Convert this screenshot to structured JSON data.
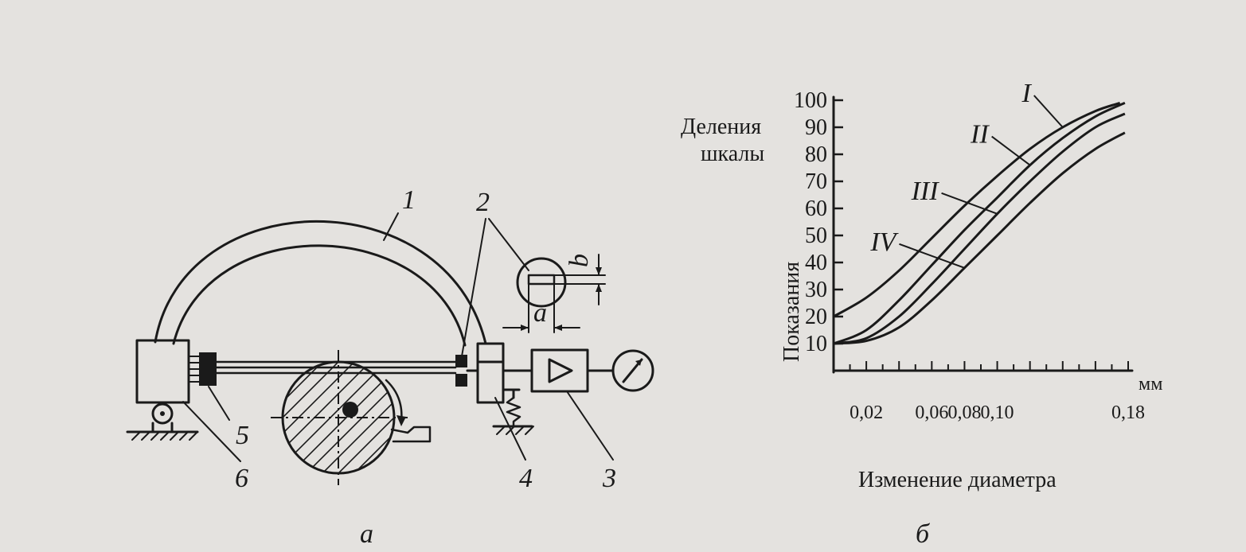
{
  "schematic": {
    "labels": {
      "part_1": "1",
      "part_2": "2",
      "part_3": "3",
      "part_4": "4",
      "part_5": "5",
      "part_6": "6",
      "dim_a": "a",
      "dim_b": "b"
    },
    "caption": "а"
  },
  "graph": {
    "caption": "б",
    "curve_labels": [
      "I",
      "II",
      "III",
      "IV"
    ]
  },
  "chart_data": {
    "type": "line",
    "ylabel_top": "Деления шкалы",
    "ylabel_side": "Показания",
    "xlabel": "Изменение диаметра",
    "x_unit": "мм",
    "xlim": [
      0,
      0.18
    ],
    "ylim": [
      0,
      100
    ],
    "x_ticks": [
      "0,02",
      "0,06",
      "0,08",
      "0,10",
      "0,18"
    ],
    "x_tick_values": [
      0.02,
      0.06,
      0.08,
      0.1,
      0.18
    ],
    "y_ticks": [
      "10",
      "20",
      "30",
      "40",
      "50",
      "60",
      "70",
      "80",
      "90",
      "100"
    ],
    "y_tick_values": [
      10,
      20,
      30,
      40,
      50,
      60,
      70,
      80,
      90,
      100
    ],
    "series": [
      {
        "name": "I",
        "x": [
          0.0,
          0.02,
          0.04,
          0.06,
          0.08,
          0.1,
          0.12,
          0.14,
          0.16,
          0.175
        ],
        "y": [
          20,
          27,
          37,
          49,
          61,
          72,
          82,
          90,
          96,
          99
        ]
      },
      {
        "name": "II",
        "x": [
          0.0,
          0.02,
          0.04,
          0.06,
          0.08,
          0.1,
          0.12,
          0.14,
          0.16,
          0.178
        ],
        "y": [
          10,
          15,
          26,
          39,
          52,
          64,
          76,
          86,
          94,
          99
        ]
      },
      {
        "name": "III",
        "x": [
          0.0,
          0.02,
          0.04,
          0.06,
          0.08,
          0.1,
          0.12,
          0.14,
          0.16,
          0.178
        ],
        "y": [
          10,
          12,
          20,
          32,
          45,
          58,
          70,
          81,
          90,
          95
        ]
      },
      {
        "name": "IV",
        "x": [
          0.0,
          0.02,
          0.04,
          0.06,
          0.08,
          0.1,
          0.12,
          0.14,
          0.16,
          0.178
        ],
        "y": [
          10,
          11,
          16,
          26,
          38,
          50,
          62,
          73,
          82,
          88
        ]
      }
    ]
  }
}
